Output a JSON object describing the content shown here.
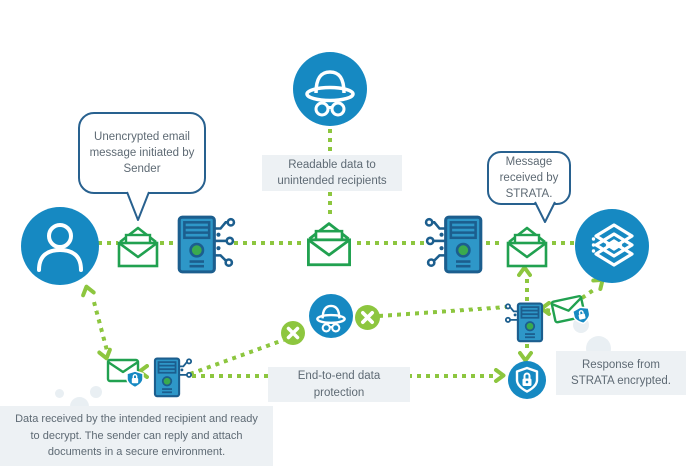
{
  "diagram": {
    "title_hint": "STRATA secure email flow infographic",
    "callouts": {
      "sender_bubble": "Unencrypted email message initiated by Sender",
      "strata_bubble": "Message received by STRATA.",
      "readable_label": "Readable data to unintended recipients",
      "e2e_label": "End-to-end data protection",
      "response_label": "Response from STRATA encrypted.",
      "footer_note": "Data received by the intended recipient and ready to decrypt. The sender can reply and attach documents in a secure environment."
    },
    "colors": {
      "brand_blue": "#1689c2",
      "navy_outline": "#1c5e8e",
      "bubble_border": "#28618f",
      "envelope_green": "#21a150",
      "flow_green": "#8dc63f",
      "label_bg": "#edf1f4",
      "label_text": "#5e6a74",
      "server_fill": "#2e97c8",
      "server_led_green": "#3aaa4e"
    },
    "icons": [
      {
        "name": "sender-user-icon",
        "meaning": "sender person"
      },
      {
        "name": "hacker-spy-icon",
        "meaning": "unintended recipient / hacker"
      },
      {
        "name": "open-email-icon",
        "meaning": "unencrypted email"
      },
      {
        "name": "mail-server-icon",
        "meaning": "outbound mail server"
      },
      {
        "name": "intercepted-email-icon",
        "meaning": "readable email in transit"
      },
      {
        "name": "receiving-server-icon",
        "meaning": "inbound mail server"
      },
      {
        "name": "received-email-icon",
        "meaning": "email received by STRATA"
      },
      {
        "name": "strata-logo-icon",
        "meaning": "STRATA platform"
      },
      {
        "name": "blocked-hacker-icon",
        "meaning": "hacker blocked from encrypted path"
      },
      {
        "name": "blocked-x-icon",
        "meaning": "access denied marker"
      },
      {
        "name": "encrypted-email-icon",
        "meaning": "encrypted message with lock"
      },
      {
        "name": "secure-device-icon",
        "meaning": "recipient secure device"
      },
      {
        "name": "shield-lock-icon",
        "meaning": "encryption shield"
      }
    ]
  }
}
